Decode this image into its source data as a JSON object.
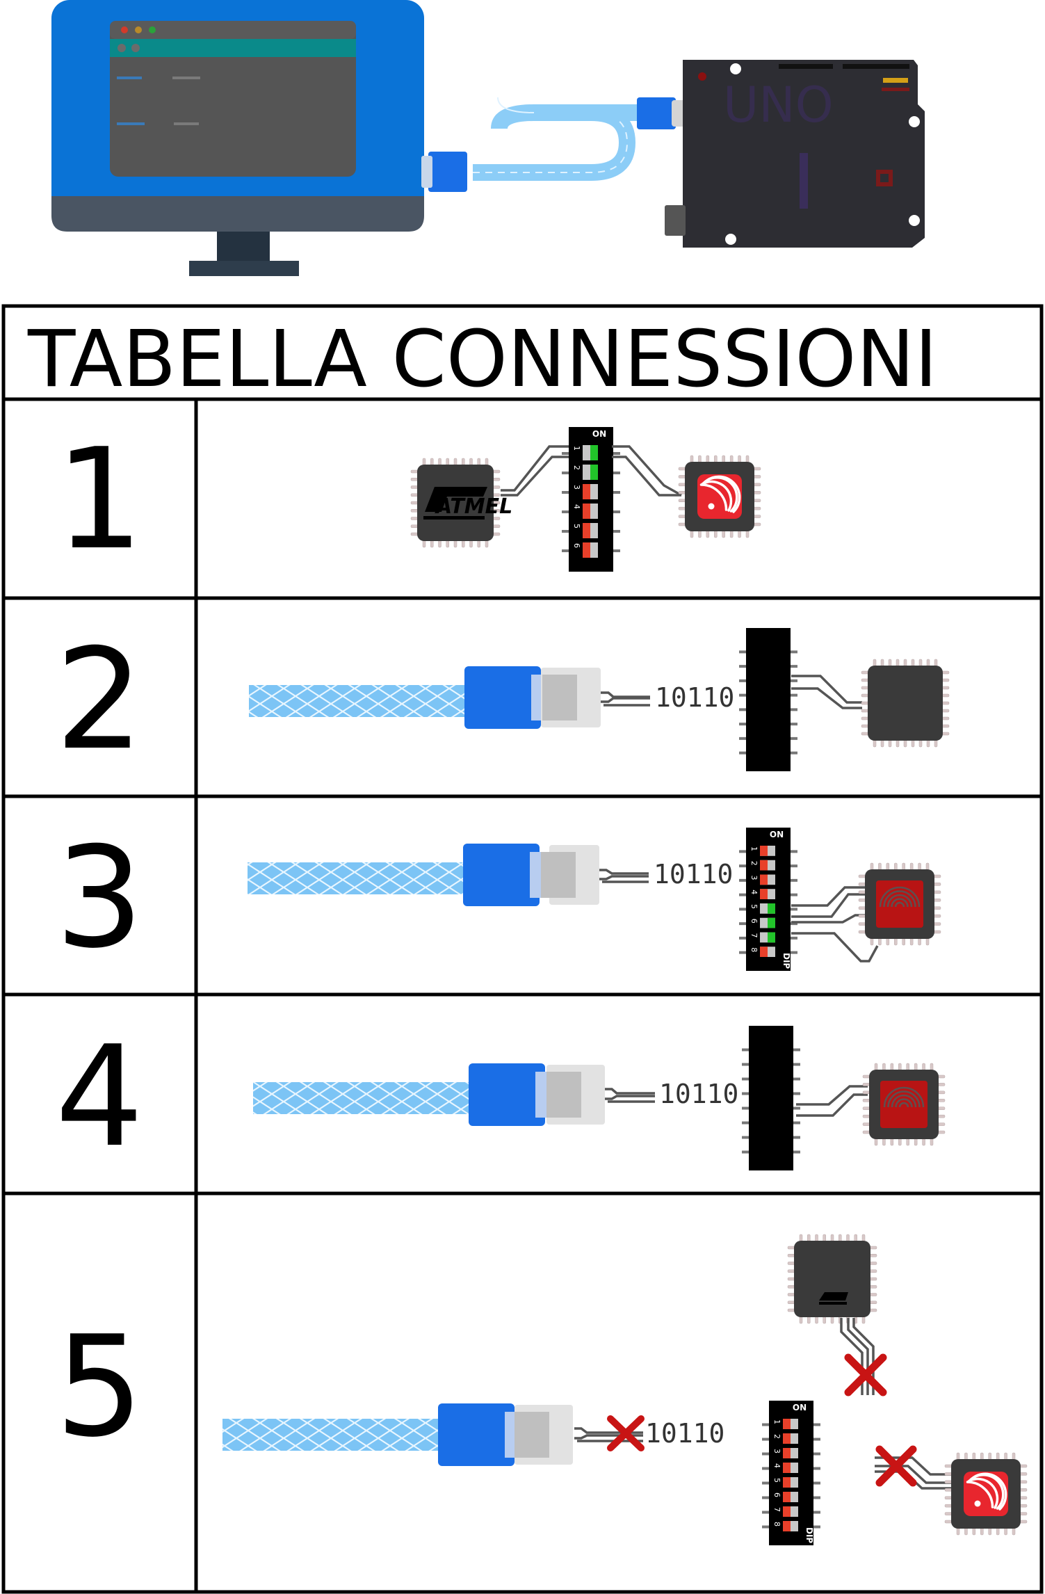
{
  "table": {
    "title": "TABELLA CONNESSIONI",
    "rows": [
      {
        "number": "1"
      },
      {
        "number": "2",
        "data_text": "10110"
      },
      {
        "number": "3",
        "data_text": "10110"
      },
      {
        "number": "4",
        "data_text": "10110"
      },
      {
        "number": "5",
        "data_text": "10110"
      }
    ]
  },
  "chip_labels": {
    "atmel_logo": "ATMEL"
  },
  "dip": {
    "on_label": "ON",
    "dip_label": "DIP",
    "switch_numbers_6": [
      "1",
      "2",
      "3",
      "4",
      "5",
      "6"
    ],
    "switch_numbers_8": [
      "1",
      "2",
      "3",
      "4",
      "5",
      "6",
      "7",
      "8"
    ]
  },
  "dip_states": {
    "row1": [
      "green",
      "green",
      "red",
      "red",
      "red",
      "red"
    ],
    "row3": [
      "red",
      "red",
      "red",
      "red",
      "green",
      "green",
      "green",
      "red"
    ],
    "row5": [
      "red",
      "red",
      "red",
      "red",
      "red",
      "red",
      "red",
      "red"
    ]
  },
  "colors": {
    "monitor_blue": "#0a73d6",
    "monitor_base": "#4a5563",
    "board": "#2d2d33",
    "cable": "#7cc4f5",
    "connector_blue": "#1a6ee6",
    "chip_dark": "#3a3a3a",
    "espressif_red": "#e8262e",
    "switch_red": "#e8402a",
    "switch_green": "#22c42a",
    "cross_red": "#c81414"
  },
  "icons": [
    "monitor-icon",
    "usb-cable-icon",
    "arduino-board-icon",
    "atmel-chip-icon",
    "dip-switch-icon",
    "esp-chip-icon",
    "fingerprint-chip-icon",
    "cross-icon"
  ]
}
